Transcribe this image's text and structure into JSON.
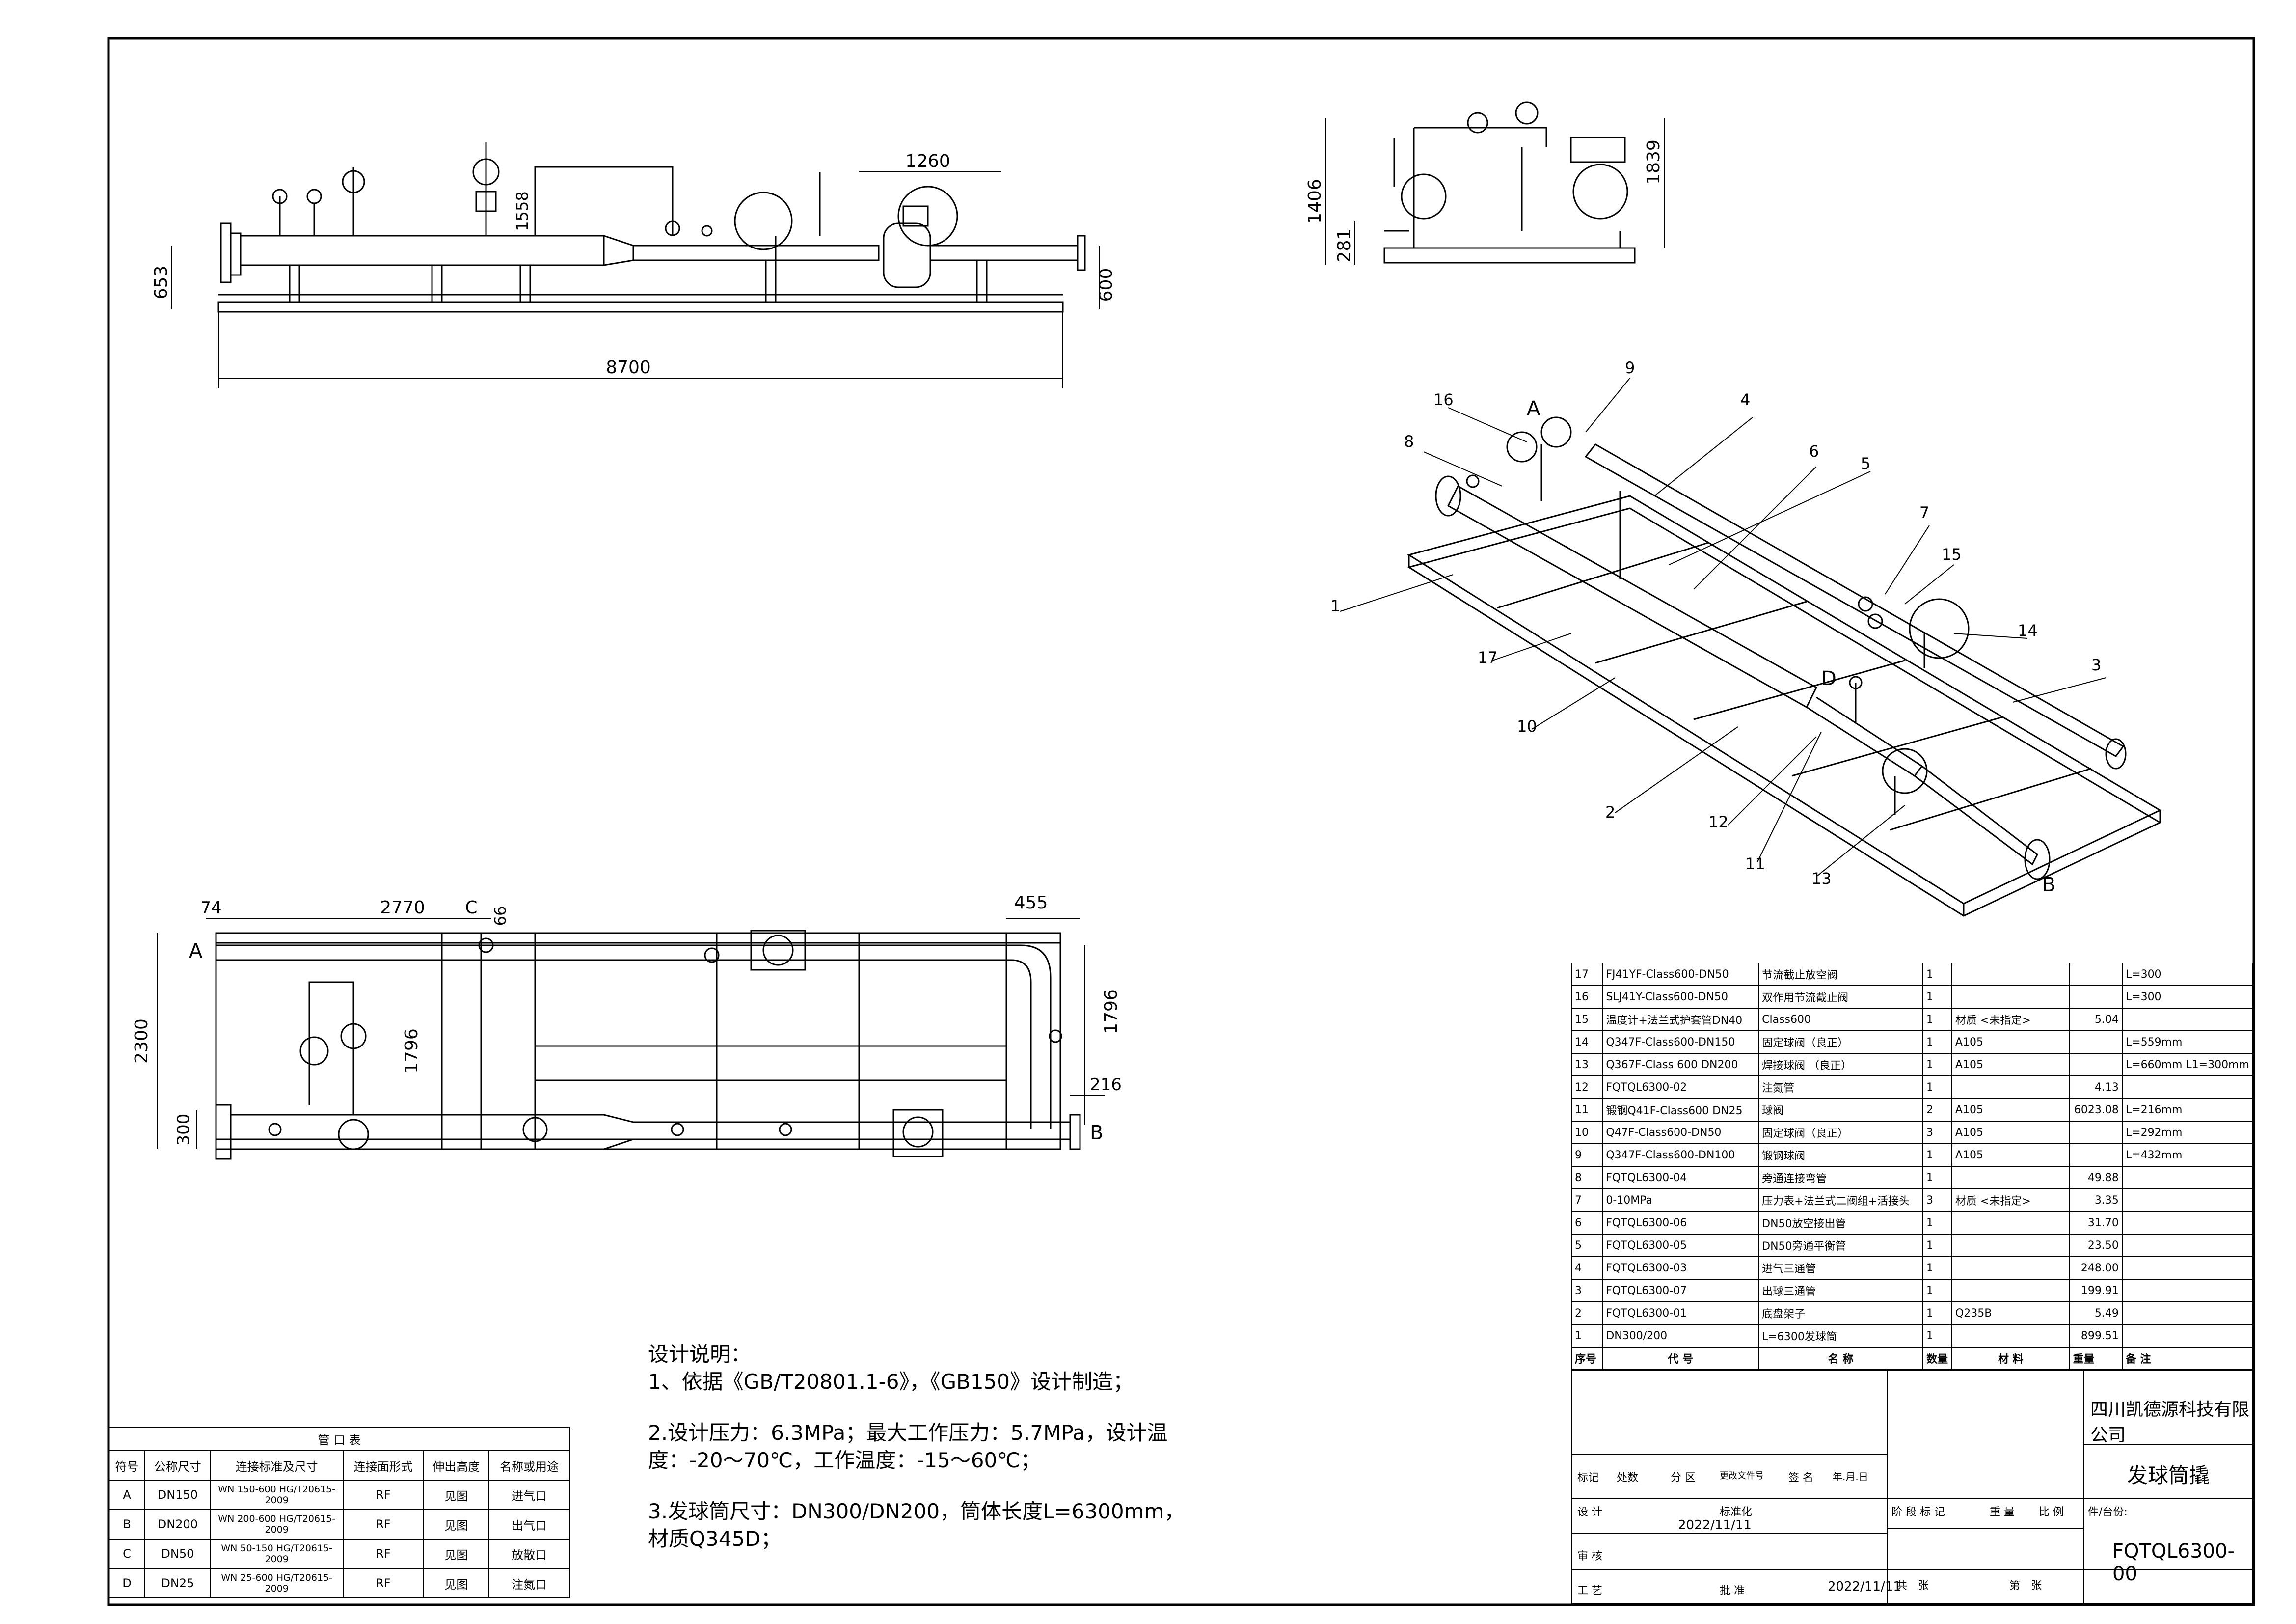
{
  "dims_side": {
    "d653": "653",
    "d8700": "8700",
    "d1260": "1260",
    "d1558": "1558",
    "d600": "600"
  },
  "dims_end": {
    "d1406": "1406",
    "d1839": "1839",
    "d281": "281"
  },
  "dims_plan": {
    "d74": "74",
    "d2770": "2770",
    "dC": "C",
    "d66": "66",
    "d455": "455",
    "d2300": "2300",
    "d1796a": "1796",
    "d1796b": "1796",
    "d216": "216",
    "d300": "300",
    "lA": "A",
    "lB": "B"
  },
  "iso_labels": [
    "1",
    "2",
    "3",
    "4",
    "5",
    "6",
    "7",
    "8",
    "9",
    "10",
    "11",
    "12",
    "13",
    "14",
    "15",
    "16",
    "17",
    "A",
    "B",
    "D"
  ],
  "notes": {
    "title": "设计说明：",
    "n1": "1、依据《GB/T20801.1-6》，《GB150》设计制造；",
    "n2": "2.设计压力：6.3MPa；最大工作压力：5.7MPa，设计温度：-20～70℃，工作温度：-15～60℃；",
    "n3": "3.发球筒尺寸：DN300/DN200，筒体长度L=6300mm，材质Q345D；"
  },
  "ports": {
    "title": "管 口 表",
    "headers": [
      "符号",
      "公称尺寸",
      "连接标准及尺寸",
      "连接面形式",
      "伸出高度",
      "名称或用途"
    ],
    "rows": [
      [
        "A",
        "DN150",
        "WN 150-600 HG/T20615-2009",
        "RF",
        "见图",
        "进气口"
      ],
      [
        "B",
        "DN200",
        "WN 200-600 HG/T20615-2009",
        "RF",
        "见图",
        "出气口"
      ],
      [
        "C",
        "DN50",
        "WN 50-150 HG/T20615-2009",
        "RF",
        "见图",
        "放散口"
      ],
      [
        "D",
        "DN25",
        "WN 25-600 HG/T20615-2009",
        "RF",
        "见图",
        "注氮口"
      ]
    ]
  },
  "bom": {
    "headers": [
      "序号",
      "代 号",
      "名 称",
      "数量",
      "材 料",
      "重量",
      "备 注"
    ],
    "rows": [
      [
        "17",
        "FJ41YF-Class600-DN50",
        "节流截止放空阀",
        "1",
        "",
        "",
        "L=300"
      ],
      [
        "16",
        "SLJ41Y-Class600-DN50",
        "双作用节流截止阀",
        "1",
        "",
        "",
        "L=300"
      ],
      [
        "15",
        "温度计+法兰式护套管DN40",
        "Class600",
        "1",
        "材质 <未指定>",
        "5.04",
        ""
      ],
      [
        "14",
        "Q347F-Class600-DN150",
        "固定球阀（良正）",
        "1",
        "A105",
        "",
        "L=559mm"
      ],
      [
        "13",
        "Q367F-Class 600 DN200",
        "焊接球阀 （良正）",
        "1",
        "A105",
        "",
        "L=660mm L1=300mm"
      ],
      [
        "12",
        "FQTQL6300-02",
        "注氮管",
        "1",
        "",
        "4.13",
        ""
      ],
      [
        "11",
        "锻钢Q41F-Class600 DN25",
        "球阀",
        "2",
        "A105",
        "6023.08",
        "L=216mm"
      ],
      [
        "10",
        "Q47F-Class600-DN50",
        "固定球阀（良正）",
        "3",
        "A105",
        "",
        "L=292mm"
      ],
      [
        "9",
        "Q347F-Class600-DN100",
        "锻钢球阀",
        "1",
        "A105",
        "",
        "L=432mm"
      ],
      [
        "8",
        "FQTQL6300-04",
        "旁通连接弯管",
        "1",
        "",
        "49.88",
        ""
      ],
      [
        "7",
        "0-10MPa",
        "压力表+法兰式二阀组+活接头",
        "3",
        "材质 <未指定>",
        "3.35",
        ""
      ],
      [
        "6",
        "FQTQL6300-06",
        "DN50放空接出管",
        "1",
        "",
        "31.70",
        ""
      ],
      [
        "5",
        "FQTQL6300-05",
        "DN50旁通平衡管",
        "1",
        "",
        "23.50",
        ""
      ],
      [
        "4",
        "FQTQL6300-03",
        "进气三通管",
        "1",
        "",
        "248.00",
        ""
      ],
      [
        "3",
        "FQTQL6300-07",
        "出球三通管",
        "1",
        "",
        "199.91",
        ""
      ],
      [
        "2",
        "FQTQL6300-01",
        "底盘架子",
        "1",
        "Q235B",
        "5.49",
        ""
      ],
      [
        "1",
        "DN300/200",
        "L=6300发球筒",
        "1",
        "",
        "899.51",
        ""
      ]
    ]
  },
  "title_block": {
    "company": "四川凯德源科技有限公司",
    "drawing_name": "发球筒撬",
    "drawing_no": "FQTQL6300-00",
    "date1": "2022/11/11",
    "date2": "2022/11/11",
    "labels": {
      "mark": "标记",
      "count": "处数",
      "zone": "分 区",
      "doc": "更改文件号",
      "sign": "签 名",
      "ymd": "年.月.日",
      "design": "设 计",
      "std": "标准化",
      "review": "审 核",
      "process": "工 艺",
      "approve": "批 准",
      "stage": "阶 段 标 记",
      "weight": "重 量",
      "scale": "比 例",
      "total": "共　张",
      "sheet": "第　张",
      "part": "件/台份:"
    }
  }
}
